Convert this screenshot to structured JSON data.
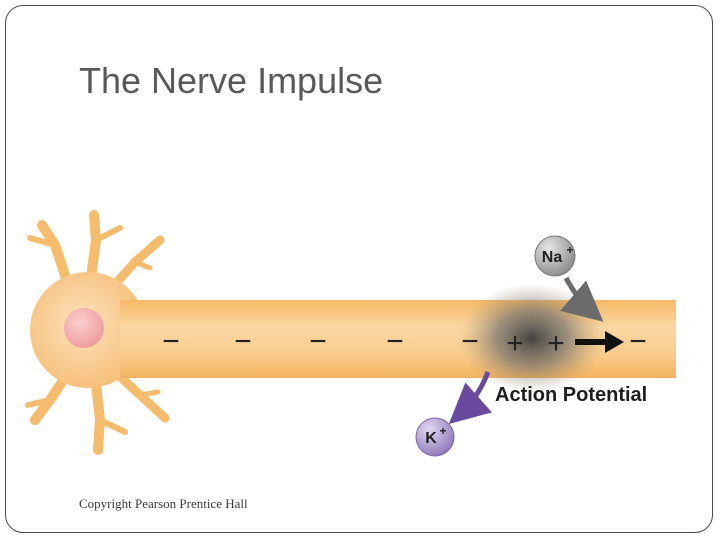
{
  "slide": {
    "title": "The Nerve Impulse",
    "copyright": "Copyright Pearson Prentice Hall"
  },
  "diagram": {
    "charges": [
      "−",
      "−",
      "−",
      "−",
      "−",
      "+",
      "+",
      "−"
    ],
    "ions": {
      "sodium": "Na",
      "potassium": "K",
      "ion_sign": "+"
    },
    "label": "Action Potential"
  },
  "colors": {
    "axon": "#f7c17a",
    "axon_highlight": "#fbd9a6",
    "action_zone": "#555555",
    "nucleus": "#f2a8a8",
    "na_ion": "#9a9a9a",
    "k_ion": "#9c86c4",
    "na_arrow": "#6b6b6b",
    "k_arrow": "#6a4a9e"
  }
}
